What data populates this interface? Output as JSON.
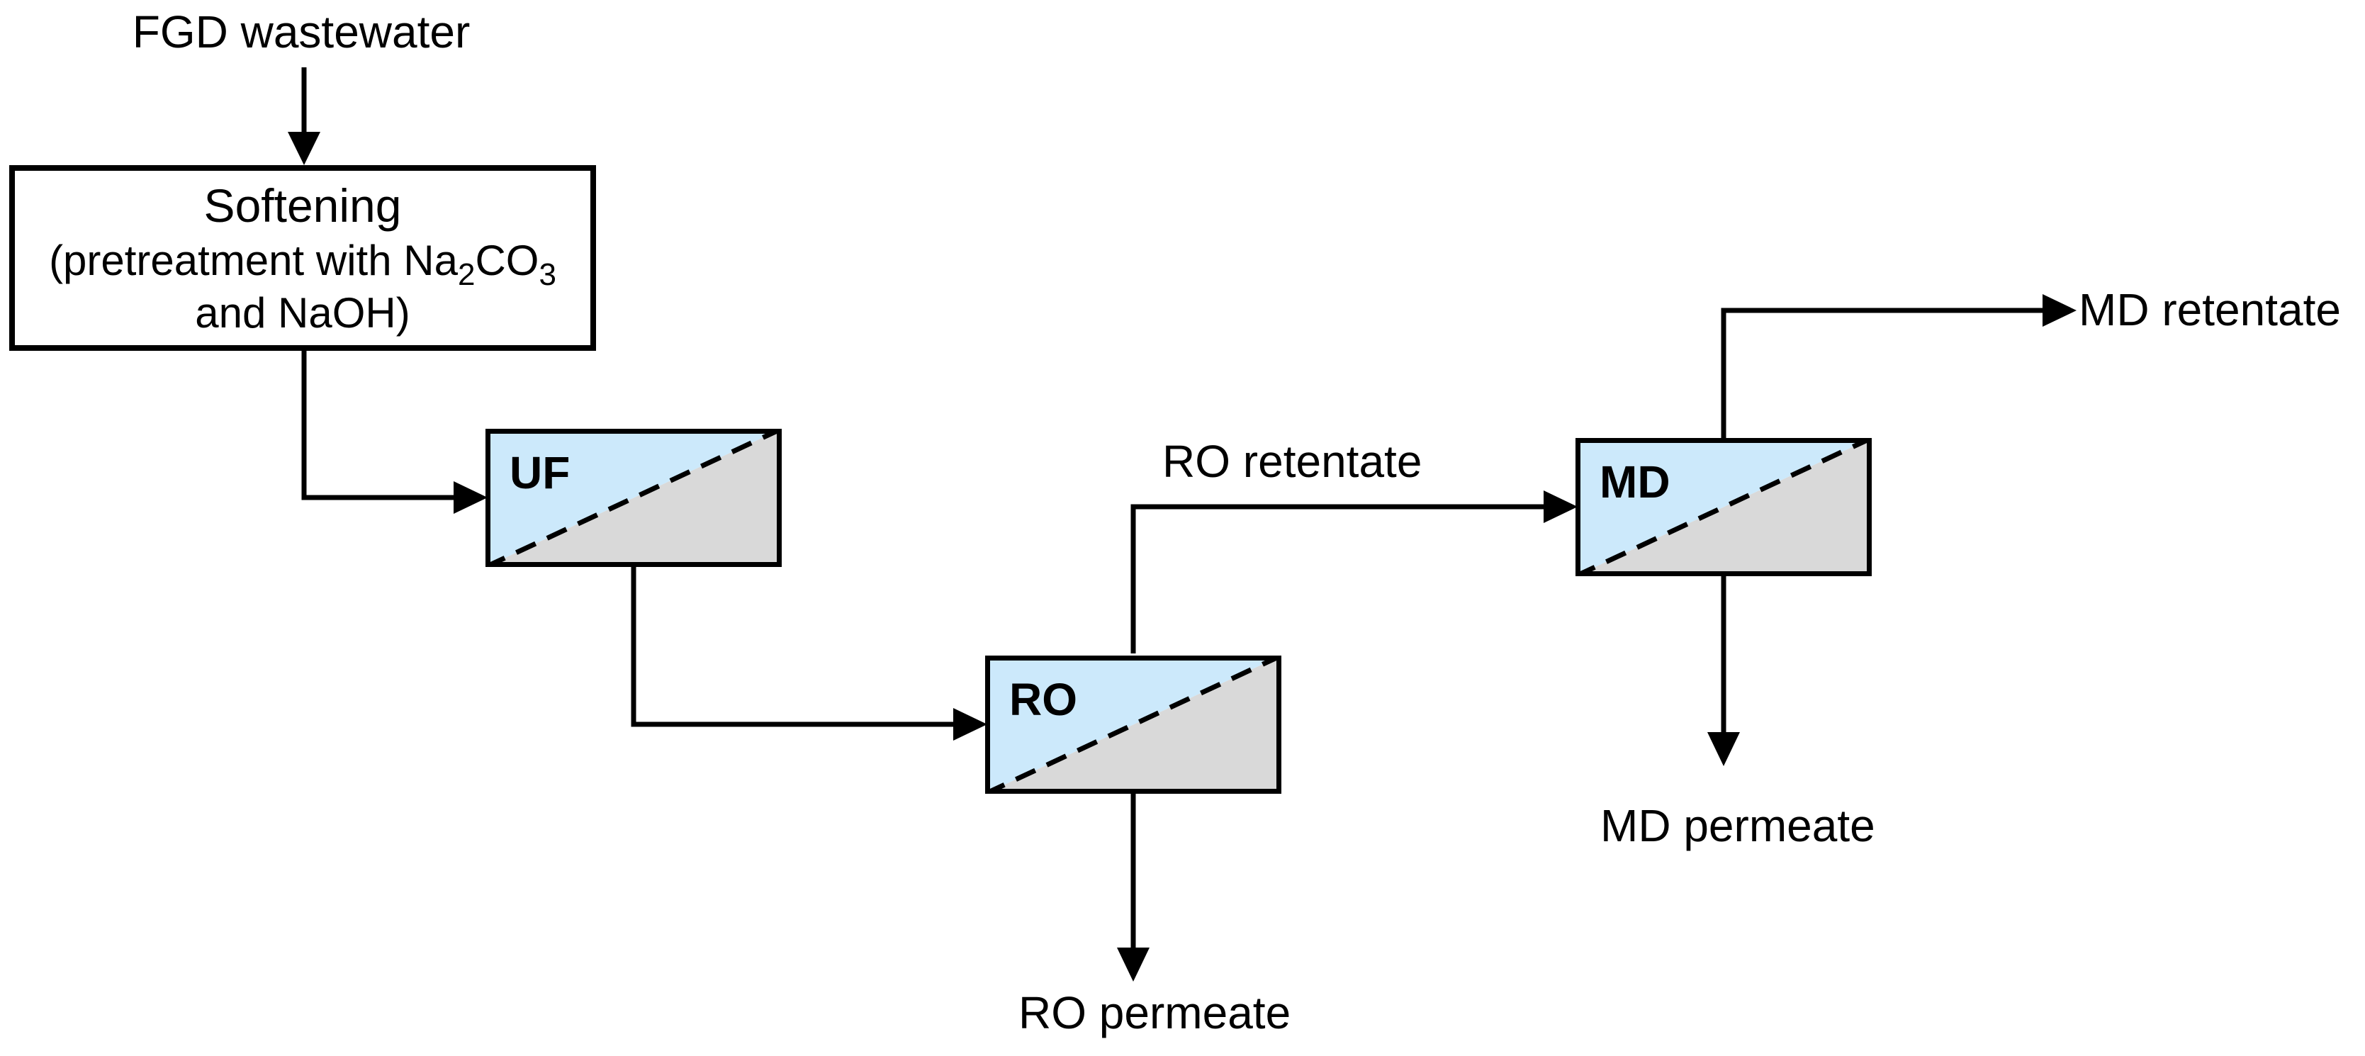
{
  "colors": {
    "unit_feed_side": "#cce9fb",
    "unit_permeate_side": "#d9d9d9",
    "softening_fill": "#cce9fb",
    "line": "#000000"
  },
  "labels": {
    "feed": "FGD wastewater",
    "ro_retentate": "RO retentate",
    "md_retentate": "MD retentate",
    "ro_permeate": "RO permeate",
    "md_permeate": "MD permeate"
  },
  "softening": {
    "title": "Softening",
    "pretreat_prefix": "(pretreatment with Na",
    "pretreat_sub_2": "2",
    "pretreat_mid": "CO",
    "pretreat_sub_3": "3",
    "pretreat_suffix": "and NaOH)"
  },
  "units": [
    {
      "label": "UF"
    },
    {
      "label": "RO"
    },
    {
      "label": "MD"
    }
  ]
}
